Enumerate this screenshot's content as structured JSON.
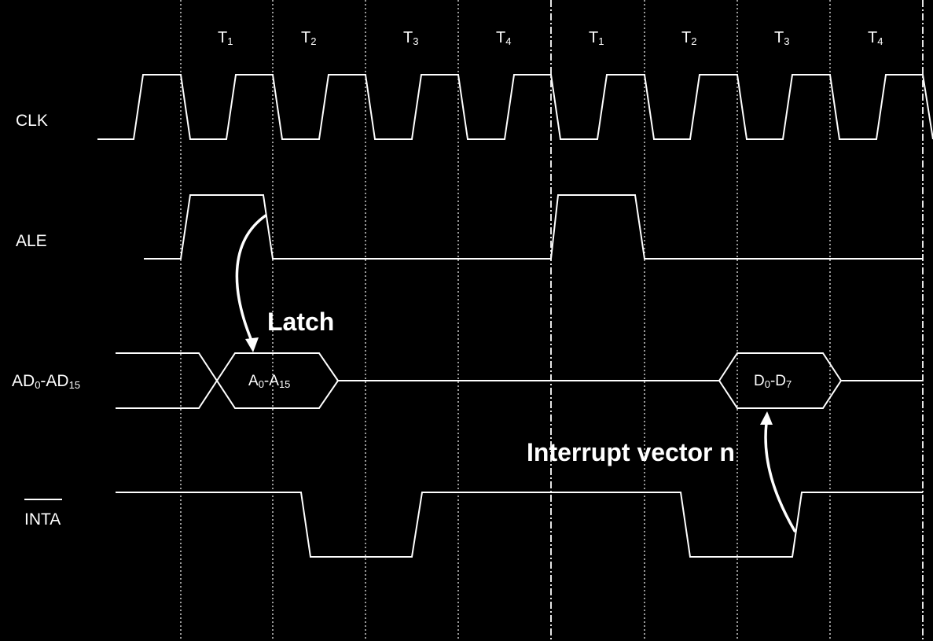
{
  "diagram": {
    "type": "timing-diagram",
    "colors": {
      "background": "#000000",
      "foreground": "#ffffff"
    },
    "signals": {
      "clk": {
        "label": "CLK"
      },
      "ale": {
        "label": "ALE"
      },
      "ad": {
        "label_base_1": "AD",
        "label_sub_1": "0",
        "label_dash": "-",
        "label_base_2": "AD",
        "label_sub_2": "15"
      },
      "inta": {
        "label": "INTA",
        "overline": true
      }
    },
    "t_states": [
      {
        "base": "T",
        "sub": "1"
      },
      {
        "base": "T",
        "sub": "2"
      },
      {
        "base": "T",
        "sub": "3"
      },
      {
        "base": "T",
        "sub": "4"
      },
      {
        "base": "T",
        "sub": "1"
      },
      {
        "base": "T",
        "sub": "2"
      },
      {
        "base": "T",
        "sub": "3"
      },
      {
        "base": "T",
        "sub": "4"
      }
    ],
    "bus_values": {
      "address": {
        "base_1": "A",
        "sub_1": "0",
        "dash": "-",
        "base_2": "A",
        "sub_2": "15"
      },
      "data": {
        "base_1": "D",
        "sub_1": "0",
        "dash": "-",
        "base_2": "D",
        "sub_2": "7"
      }
    },
    "annotations": {
      "latch": "Latch",
      "interrupt_vector": "Interrupt vector n"
    }
  }
}
